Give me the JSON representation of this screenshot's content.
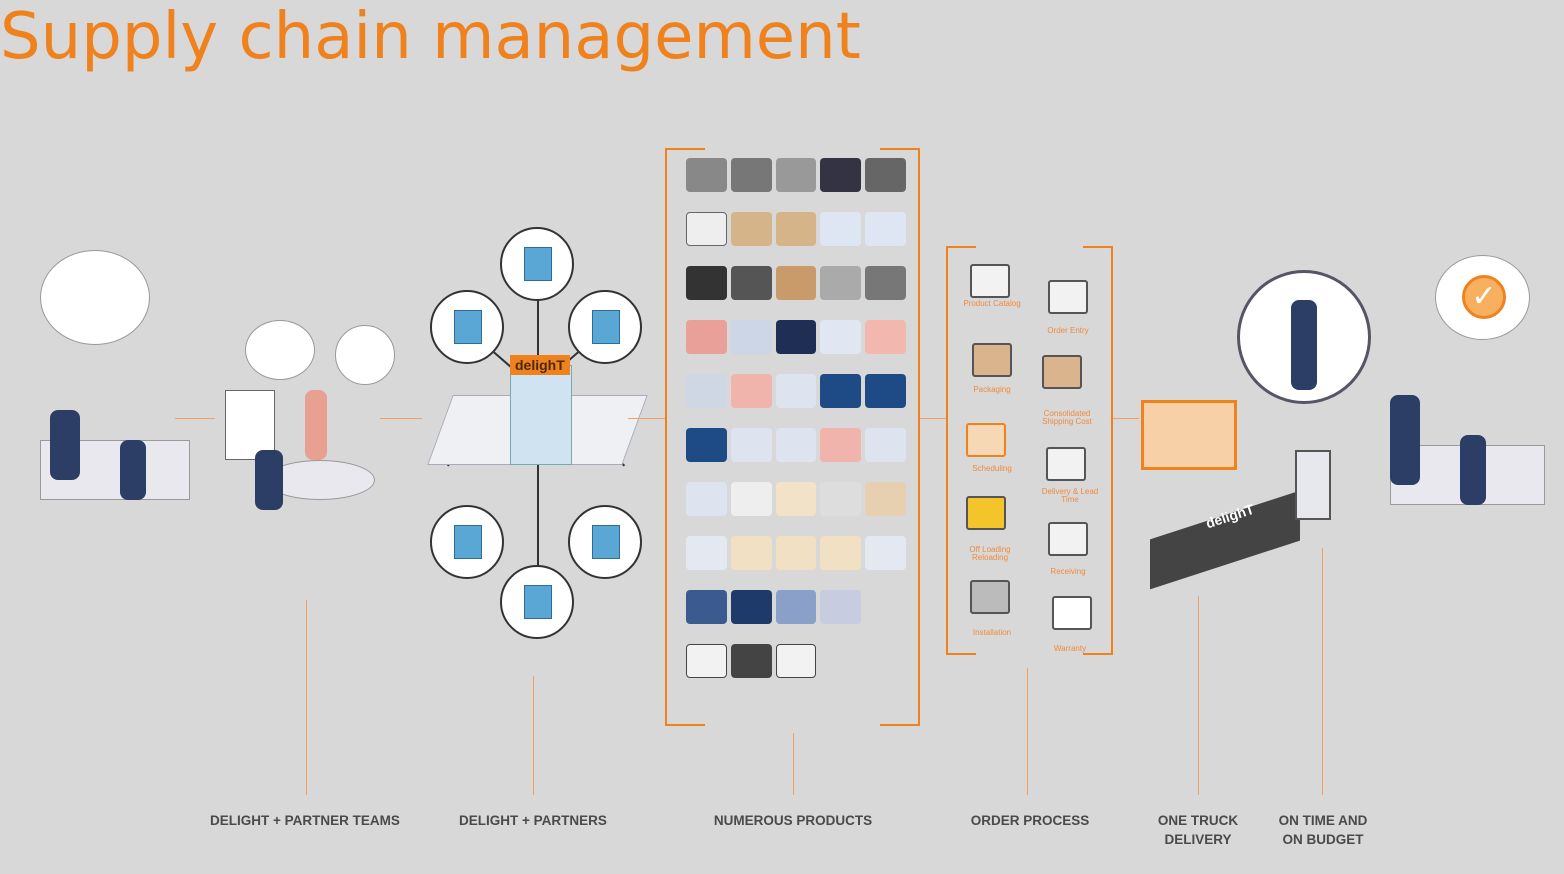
{
  "title": "Supply chain management",
  "colors": {
    "accent": "#f0821e",
    "background": "#d8d8d8",
    "label": "#4a4a4a"
  },
  "stages": [
    {
      "label": "DELIGHT + PARTNER TEAMS"
    },
    {
      "label": "DELIGHT + PARTNERS"
    },
    {
      "label": "NUMEROUS PRODUCTS"
    },
    {
      "label": "ORDER PROCESS"
    },
    {
      "label_line1": "ONE TRUCK",
      "label_line2": "DELIVERY"
    },
    {
      "label_line1": "ON TIME AND",
      "label_line2": "ON BUDGET"
    }
  ],
  "hub_logo": "delighT",
  "truck_logo": "delighT",
  "order_process": [
    {
      "label": "Product Catalog"
    },
    {
      "label": "Order Entry"
    },
    {
      "label": "Packaging"
    },
    {
      "label": "Consolidated Shipping Cost"
    },
    {
      "label": "Scheduling"
    },
    {
      "label": "Delivery & Lead Time"
    },
    {
      "label": "Off Loading Reloading"
    },
    {
      "label": "Receiving"
    },
    {
      "label": "Installation"
    },
    {
      "label": "Warranty"
    }
  ]
}
